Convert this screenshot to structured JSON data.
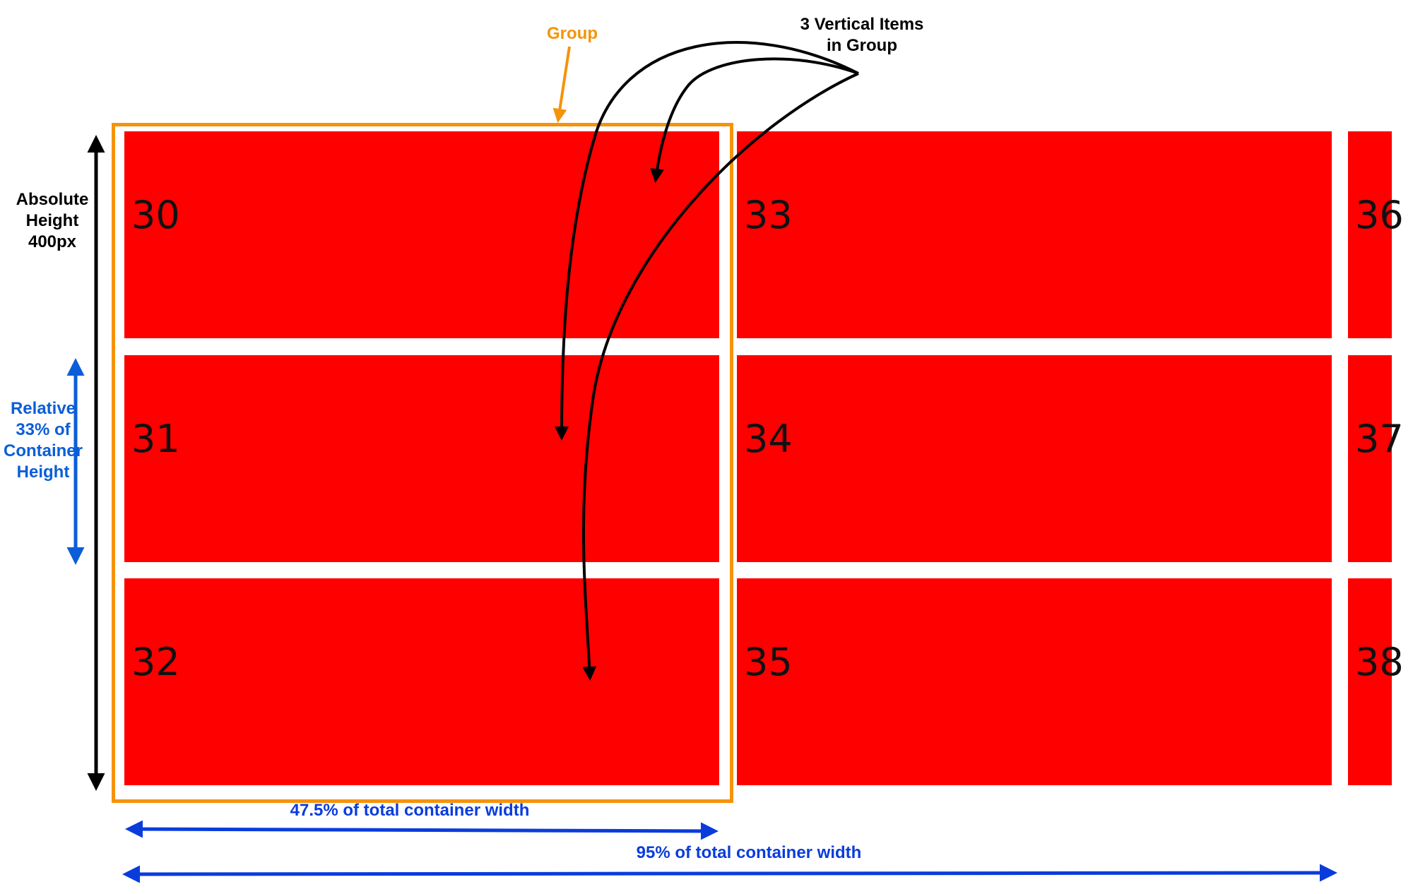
{
  "colors": {
    "cell_fill": "#ff0000",
    "group_border": "#f5930a",
    "black_annotation": "#000000",
    "blue_annotation": "#0a3cdc",
    "height_arrow_blue": "#0b5ed7"
  },
  "cells": [
    {
      "label": "30",
      "column": 0,
      "row": 0
    },
    {
      "label": "31",
      "column": 0,
      "row": 1
    },
    {
      "label": "32",
      "column": 0,
      "row": 2
    },
    {
      "label": "33",
      "column": 1,
      "row": 0
    },
    {
      "label": "34",
      "column": 1,
      "row": 1
    },
    {
      "label": "35",
      "column": 1,
      "row": 2
    },
    {
      "label": "36",
      "column": 2,
      "row": 0
    },
    {
      "label": "37",
      "column": 2,
      "row": 1
    },
    {
      "label": "38",
      "column": 2,
      "row": 2
    }
  ],
  "annotations": {
    "group_label": "Group",
    "vertical_items_label": [
      "3 Vertical Items",
      "in Group"
    ],
    "absolute_height_label": [
      "Absolute",
      "Height",
      "400px"
    ],
    "relative_height_label": [
      "Relative",
      "33% of",
      "Container",
      "Height"
    ],
    "group_width_label": "47.5% of total container width",
    "total_width_label": "95% of total container width"
  }
}
